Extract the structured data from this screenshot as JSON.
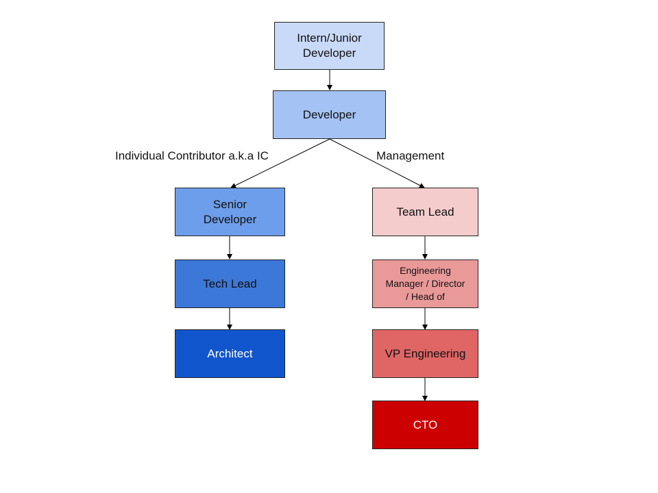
{
  "nodes": {
    "intern": {
      "label": "Intern/Junior\nDeveloper",
      "color": "#c9daf8"
    },
    "developer": {
      "label": "Developer",
      "color": "#a4c2f4"
    },
    "senior": {
      "label": "Senior\nDeveloper",
      "color": "#6d9eeb"
    },
    "tech_lead": {
      "label": "Tech Lead",
      "color": "#3c78d8"
    },
    "architect": {
      "label": "Architect",
      "color": "#1155cc"
    },
    "team_lead": {
      "label": "Team Lead",
      "color": "#f4cccc"
    },
    "eng_manager": {
      "label": "Engineering\nManager / Director\n/ Head of",
      "color": "#ea9999"
    },
    "vp_eng": {
      "label": "VP Engineering",
      "color": "#e06666"
    },
    "cto": {
      "label": "CTO",
      "color": "#cc0000"
    }
  },
  "branches": {
    "ic": "Individual Contributor a.k.a IC",
    "management": "Management"
  }
}
